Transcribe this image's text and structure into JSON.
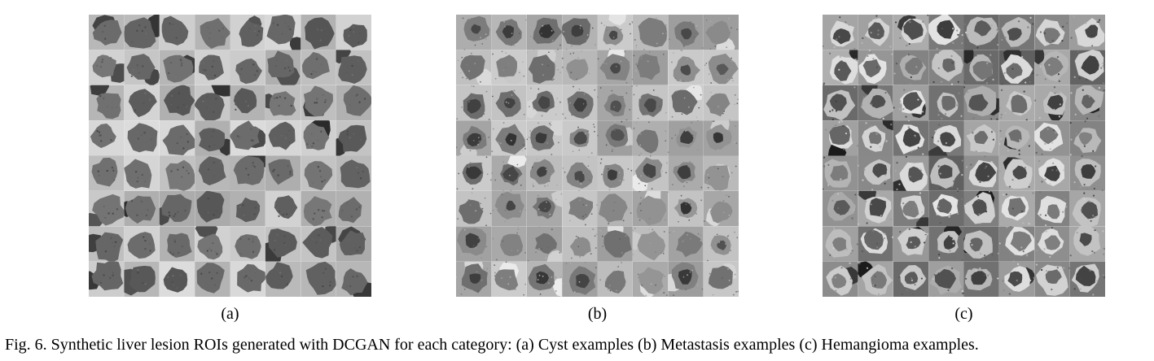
{
  "figure": {
    "panels": [
      {
        "id": "a",
        "label": "(a)",
        "style": "cyst"
      },
      {
        "id": "b",
        "label": "(b)",
        "style": "metastasis"
      },
      {
        "id": "c",
        "label": "(c)",
        "style": "hemangioma"
      }
    ],
    "grid": {
      "rows": 8,
      "cols": 8
    },
    "caption": "Fig. 6.  Synthetic liver lesion ROIs generated with DCGAN for each category: (a) Cyst examples (b) Metastasis examples (c) Hemangioma examples."
  }
}
